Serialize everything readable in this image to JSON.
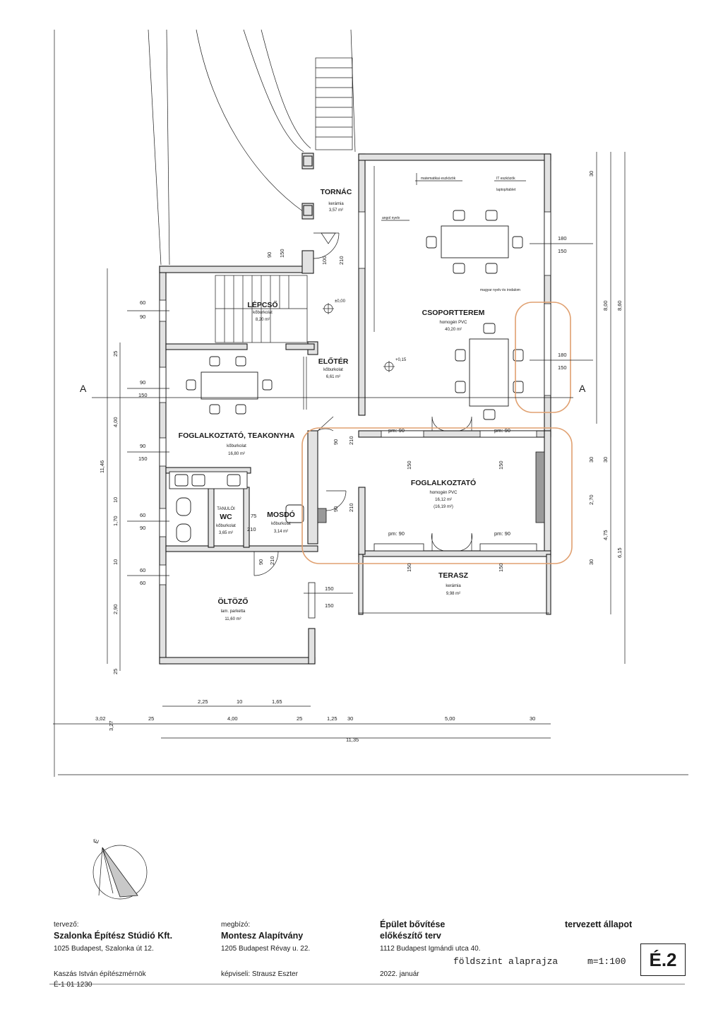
{
  "rooms": {
    "tornac": {
      "name": "TORNÁC",
      "material": "kerámia",
      "area": "3,57 m²"
    },
    "lepcso": {
      "name": "LÉPCSŐ",
      "material": "kőburkolat",
      "area": "8,20 m²"
    },
    "eloter": {
      "name": "ELŐTÉR",
      "material": "kőburkolat",
      "area": "6,61 m²"
    },
    "csoportterem": {
      "name": "CSOPORTTEREM",
      "material": "homogén PVC",
      "area": "40,20 m²"
    },
    "foglalkoztato_teakonyha": {
      "name": "FOGLALKOZTATÓ, TEAKONYHA",
      "material": "kőburkolat",
      "area": "16,80 m²"
    },
    "foglalkoztato": {
      "name": "FOGLALKOZTATÓ",
      "material": "homogén PVC",
      "area": "16,12 m²",
      "area2": "(16,19 m²)"
    },
    "tanuloi_wc": {
      "name1": "TANULÓI",
      "name2": "WC",
      "material": "kőburkolat",
      "area": "3,65 m²"
    },
    "mosdo": {
      "name": "MOSDÓ",
      "material": "kőburkolat",
      "area": "3,14 m²"
    },
    "oltozo": {
      "name": "ÖLTÖZŐ",
      "material": "lam. parketta",
      "area": "11,60 m²"
    },
    "terasz": {
      "name": "TERASZ",
      "material": "kerámia",
      "area": "9,98 m²"
    }
  },
  "annotations": {
    "level_0": "±0,00",
    "level_015": "+0,15",
    "matek": "matematikai eszközök",
    "it": "IT eszközök",
    "laptop": "laptop/tablet",
    "angol": "angol nyelv",
    "magyar": "magyar nyelv és irodalom",
    "section_a": "A"
  },
  "dims": {
    "d90": "90",
    "d150": "150",
    "d60": "60",
    "d180": "180",
    "d100": "100",
    "d210": "210",
    "d75": "75",
    "d30": "30",
    "d25": "25",
    "d10": "10",
    "pm90": "pm: 90",
    "d400v": "4,00",
    "d170v": "1,70",
    "d290v": "2,90",
    "d1146v": "11,46",
    "d800v": "8,00",
    "d860v": "8,60",
    "d270v": "2,70",
    "d475v": "4,75",
    "d615v": "6,15",
    "d225": "2,25",
    "d165": "1,65",
    "d302": "3,02",
    "d327": "3,27",
    "d400": "4,00",
    "d125": "1,25",
    "d500": "5,00",
    "d1135": "11,35"
  },
  "titleblock": {
    "designer_label": "tervező:",
    "designer_name": "Szalonka Építész Stúdió Kft.",
    "designer_address": "1025 Budapest, Szalonka út 12.",
    "architect": "Kaszás István építészmérnök",
    "architect_id": "É-1 01 1230",
    "client_label": "megbízó:",
    "client_name": "Montesz Alapítvány",
    "client_address": "1205 Budapest Révay u. 22.",
    "client_rep": "képviseli: Strausz Eszter",
    "project_title1": "Épület bővítése",
    "project_title2": "előkészítő terv",
    "project_address": "1112 Budapest Igmándi utca 40.",
    "date": "2022. január",
    "status": "tervezett állapot",
    "drawing_name": "földszint alaprajza",
    "scale": "m=1:100",
    "sheet": "É.2"
  }
}
